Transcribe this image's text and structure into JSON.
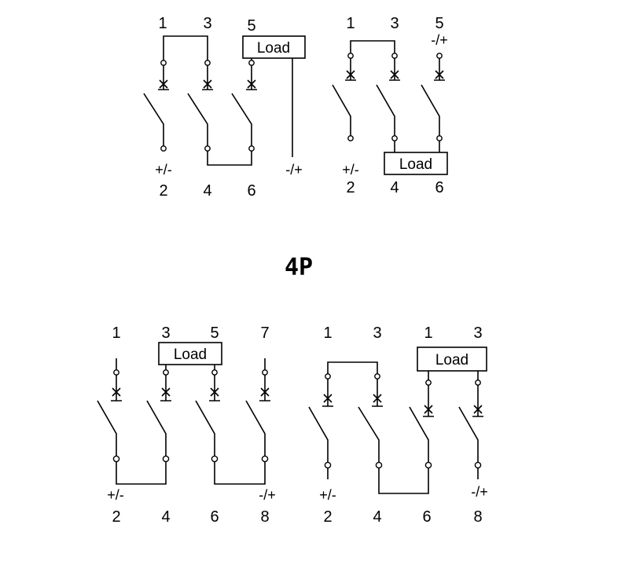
{
  "section_title": "4P",
  "load_label": "Load",
  "terminal_numbers": {
    "top_odd_a": [
      "1",
      "3",
      "5"
    ],
    "top_even_a": [
      "2",
      "4",
      "6"
    ],
    "top_odd_b": [
      "1",
      "3",
      "5"
    ],
    "top_even_b": [
      "2",
      "4",
      "6"
    ],
    "bot_odd_a": [
      "1",
      "3",
      "5",
      "7"
    ],
    "bot_even_a": [
      "2",
      "4",
      "6",
      "8"
    ],
    "bot_odd_b": [
      "1",
      "3",
      "1",
      "3"
    ],
    "bot_even_b": [
      "2",
      "4",
      "6",
      "8"
    ]
  },
  "polarity": {
    "plus_minus": "+/-",
    "minus_plus": "-/+"
  }
}
